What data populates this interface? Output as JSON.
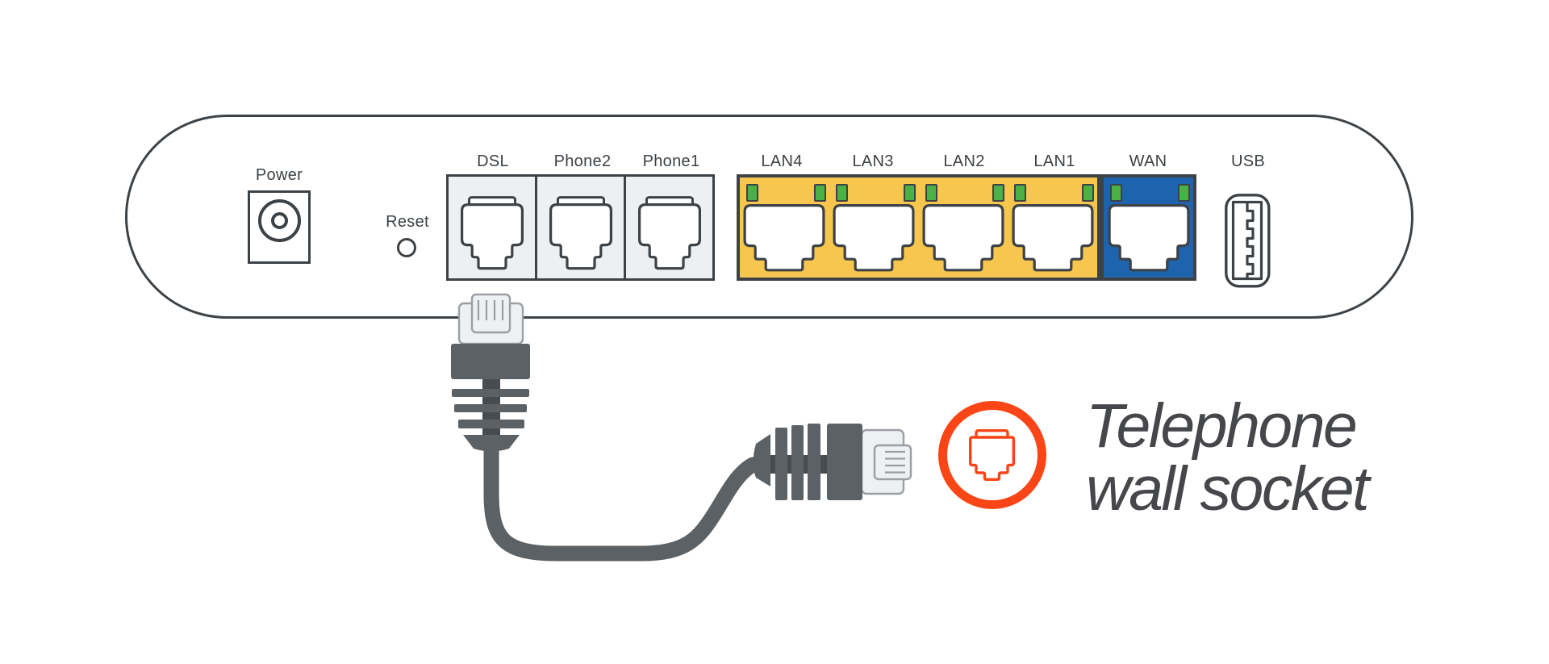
{
  "colors": {
    "outline": "#3D4246",
    "label_text": "#3D4246",
    "panel_fill": "#EEEFF0",
    "lan_yellow": "#F7C64F",
    "wan_blue": "#1D63AE",
    "led_green": "#4BB143",
    "cable_gray": "#5C6165",
    "cable_dark": "#474C50",
    "connector_light": "#EFF0F1",
    "connector_border": "#9B9FA3",
    "accent_orange": "#FA4616",
    "caption_text": "#45474A"
  },
  "router": {
    "power_label": "Power",
    "reset_label": "Reset",
    "phone_ports": [
      {
        "label": "DSL"
      },
      {
        "label": "Phone2"
      },
      {
        "label": "Phone1"
      }
    ],
    "lan_ports": [
      {
        "label": "LAN4"
      },
      {
        "label": "LAN3"
      },
      {
        "label": "LAN2"
      },
      {
        "label": "LAN1"
      }
    ],
    "wan_port": {
      "label": "WAN"
    },
    "usb_label": "USB"
  },
  "caption": {
    "line1": "Telephone",
    "line2": "wall socket"
  },
  "icons": {
    "badge": "telephone-wall-socket-icon",
    "cable": "dsl-cable"
  }
}
